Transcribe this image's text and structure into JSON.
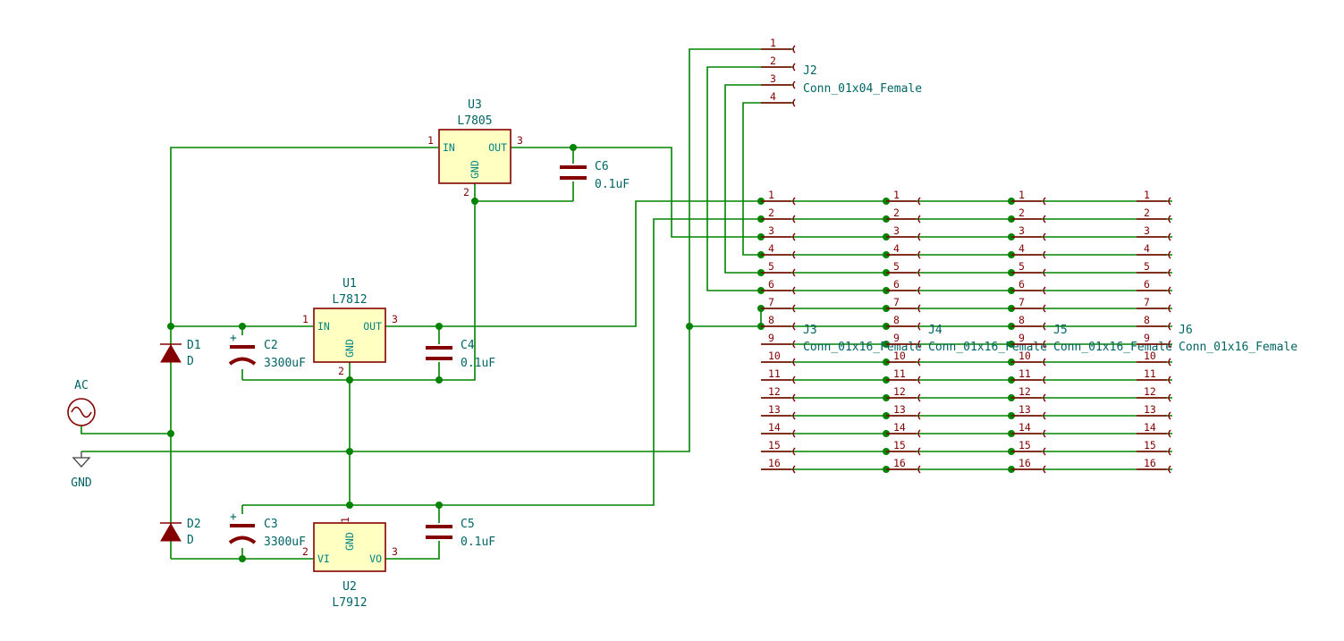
{
  "power": {
    "gnd_label": "GND",
    "ac_label": "AC"
  },
  "U1": {
    "ref": "U1",
    "value": "L7812",
    "pin_in": "IN",
    "pin_out": "OUT",
    "pin_gnd": "GND",
    "n1": "1",
    "n2": "2",
    "n3": "3"
  },
  "U2": {
    "ref": "U2",
    "value": "L7912",
    "pin_vi": "VI",
    "pin_vo": "VO",
    "pin_gnd": "GND",
    "n1": "1",
    "n2": "2",
    "n3": "3"
  },
  "U3": {
    "ref": "U3",
    "value": "L7805",
    "pin_in": "IN",
    "pin_out": "OUT",
    "pin_gnd": "GND",
    "n1": "1",
    "n2": "2",
    "n3": "3"
  },
  "D1": {
    "ref": "D1",
    "value": "D"
  },
  "D2": {
    "ref": "D2",
    "value": "D"
  },
  "C2": {
    "ref": "C2",
    "value": "3300uF",
    "plus": "+"
  },
  "C3": {
    "ref": "C3",
    "value": "3300uF",
    "plus": "+"
  },
  "C4": {
    "ref": "C4",
    "value": "0.1uF"
  },
  "C5": {
    "ref": "C5",
    "value": "0.1uF"
  },
  "C6": {
    "ref": "C6",
    "value": "0.1uF"
  },
  "J2": {
    "ref": "J2",
    "value": "Conn_01x04_Female",
    "pins": [
      "1",
      "2",
      "3",
      "4"
    ]
  },
  "J3": {
    "ref": "J3",
    "value": "Conn_01x16_Female"
  },
  "J4": {
    "ref": "J4",
    "value": "Conn_01x16_Female"
  },
  "J5": {
    "ref": "J5",
    "value": "Conn_01x16_Female"
  },
  "J6": {
    "ref": "J6",
    "value": "Conn_01x16_Female"
  },
  "header_pins": [
    "1",
    "2",
    "3",
    "4",
    "5",
    "6",
    "7",
    "8",
    "9",
    "10",
    "11",
    "12",
    "13",
    "14",
    "15",
    "16"
  ]
}
